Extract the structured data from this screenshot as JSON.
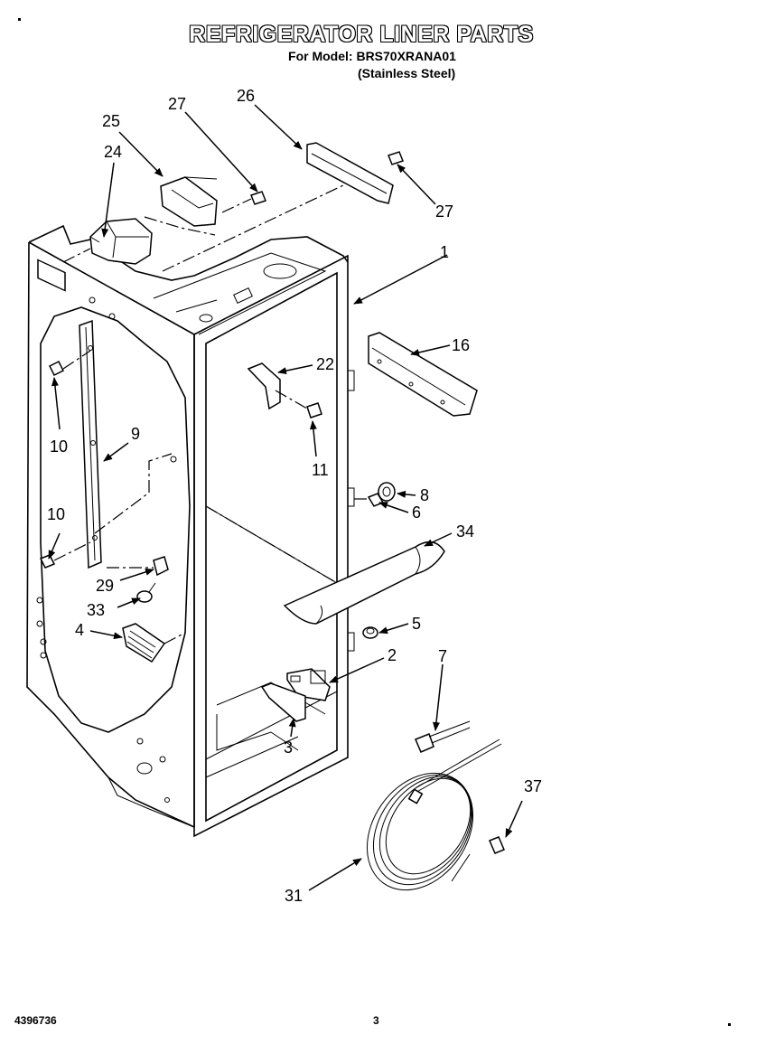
{
  "header": {
    "title": "REFRIGERATOR LINER PARTS",
    "model_line": "For Model: BRS70XRANA01",
    "variant": "(Stainless Steel)"
  },
  "footer": {
    "document_number": "4396736",
    "page_number": "3"
  },
  "callouts": {
    "c1": "1",
    "c2": "2",
    "c3": "3",
    "c4": "4",
    "c5": "5",
    "c6": "6",
    "c7": "7",
    "c8": "8",
    "c9": "9",
    "c10a": "10",
    "c10b": "10",
    "c11": "11",
    "c16": "16",
    "c22": "22",
    "c24": "24",
    "c25": "25",
    "c26": "26",
    "c27a": "27",
    "c27b": "27",
    "c29": "29",
    "c31": "31",
    "c33": "33",
    "c34": "34",
    "c37": "37"
  }
}
